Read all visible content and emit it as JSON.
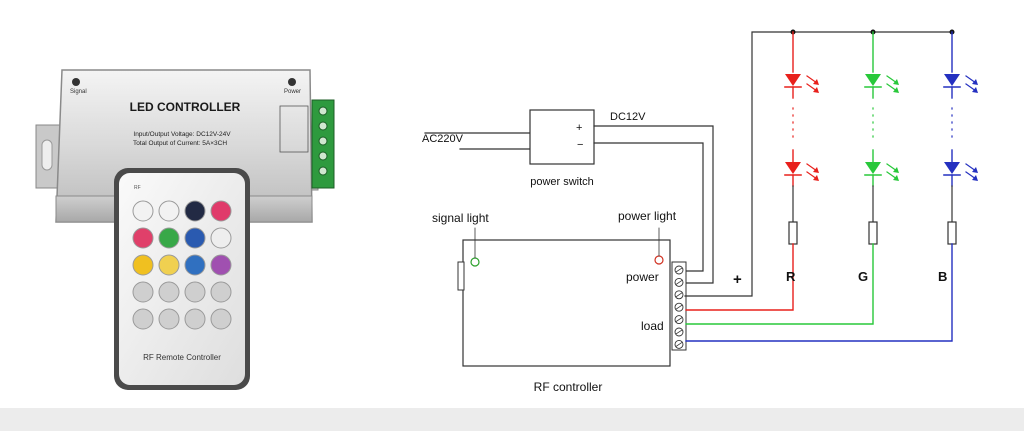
{
  "photo": {
    "controller_title": "LED CONTROLLER",
    "spec_line_1": "Input/Output Voltage: DC12V-24V",
    "spec_line_2": "Total Output of Current: 5A×3CH",
    "signal_label": "Signal",
    "power_label": "Power",
    "remote_brand": "RF Remote Controller",
    "remote_model": "RF"
  },
  "diagram": {
    "ac_label": "AC220V",
    "dc_label": "DC12V",
    "plus_sign": "+",
    "minus_sign": "−",
    "power_switch_label": "power switch",
    "signal_light_label": "signal light",
    "power_light_label": "power light",
    "power_port_label": "power",
    "load_port_label": "load",
    "controller_label": "RF controller",
    "common_plus": "+",
    "channel_r": "R",
    "channel_g": "G",
    "channel_b": "B",
    "colors": {
      "red": "#e8201c",
      "green": "#28c83a",
      "blue": "#2430c0",
      "wire": "#333333"
    }
  }
}
